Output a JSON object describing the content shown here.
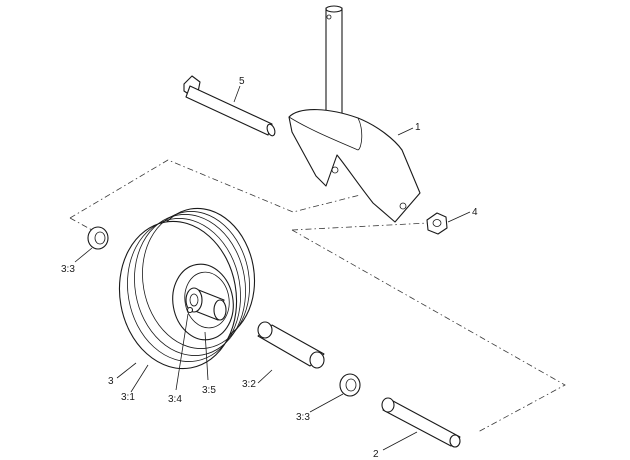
{
  "callouts": {
    "c1": "1",
    "c2": "2",
    "c3": "3",
    "c4": "4",
    "c5": "5",
    "c3_1": "3:1",
    "c3_2": "3:2",
    "c3_3a": "3:3",
    "c3_3b": "3:3",
    "c3_4": "3:4",
    "c3_5": "3:5"
  }
}
